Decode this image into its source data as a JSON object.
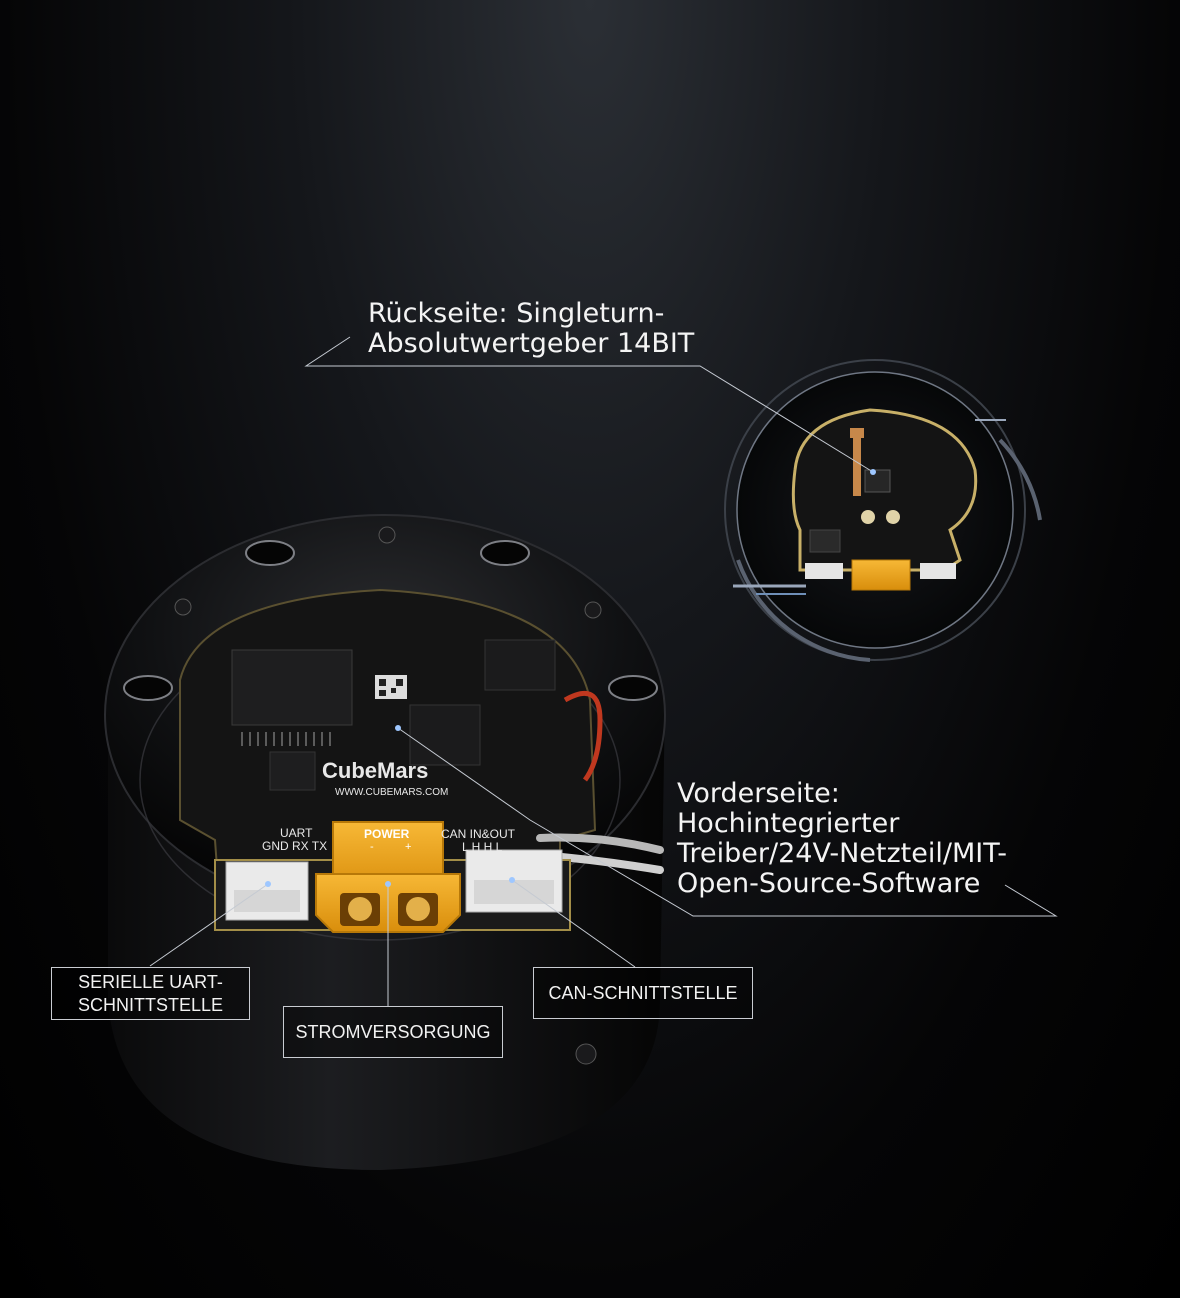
{
  "callouts": {
    "back": {
      "line1": "Rückseite: Singleturn-",
      "line2": "Absolutwertgeber 14BIT"
    },
    "front": {
      "line1": "Vorderseite:",
      "line2": "Hochintegrierter",
      "line3": "Treiber/24V-Netzteil/MIT-",
      "line4": "Open-Source-Software"
    },
    "uart": {
      "line1": "SERIELLE UART-",
      "line2": "SCHNITTSTELLE"
    },
    "power": {
      "text": "STROMVERSORGUNG"
    },
    "can": {
      "text": "CAN-SCHNITTSTELLE"
    }
  },
  "board_print": {
    "brand": "CubeMars",
    "website": "WWW.CUBEMARS.COM",
    "power_label": "POWER",
    "power_minus": "-",
    "power_plus": "+",
    "uart_label": "UART",
    "uart_pins": "GND RX TX",
    "can_label": "CAN IN&OUT",
    "can_pins": "L H H L"
  },
  "colors": {
    "accent_connector": "#f2a71b",
    "pcb": "#151515",
    "pcb_edge": "#c8b068",
    "line": "#cfd3da"
  }
}
